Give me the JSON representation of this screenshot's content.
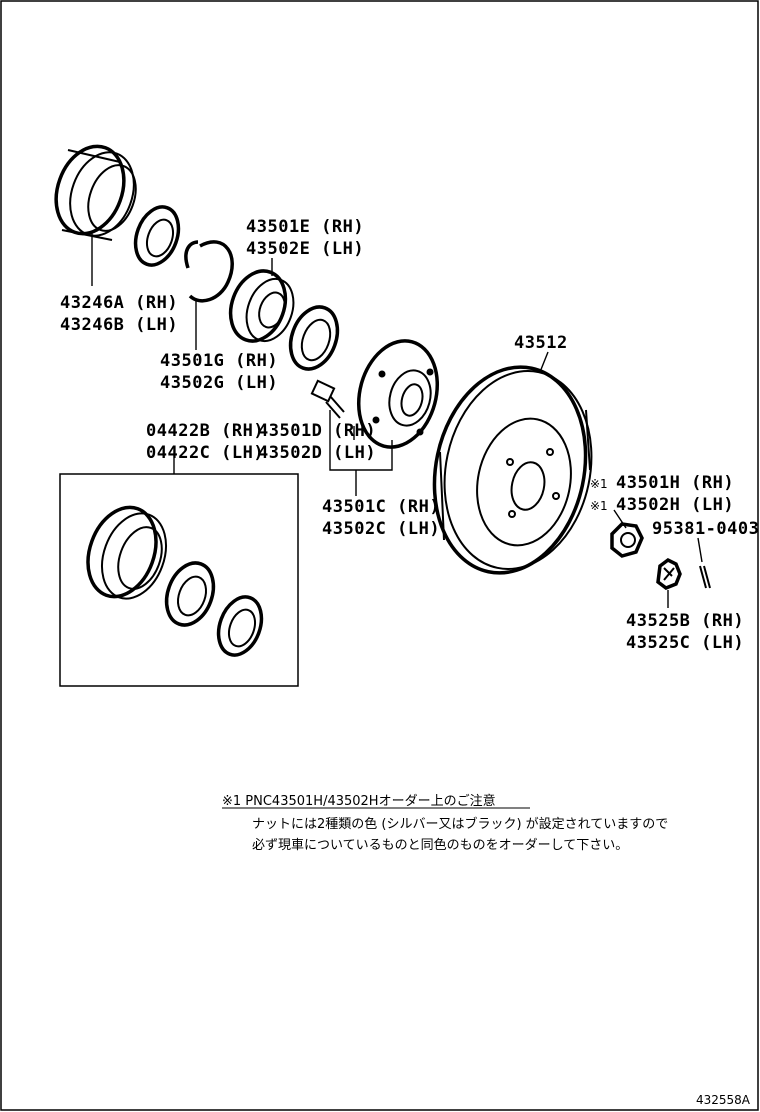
{
  "labels": {
    "seal_outer": [
      "43246A (RH)",
      "43246B (LH)"
    ],
    "bearing_upper": [
      "43501E (RH)",
      "43502E (LH)"
    ],
    "snap_ring": [
      "43501G (RH)",
      "43502G (LH)"
    ],
    "kit": [
      "04422B (RH)",
      "04422C (LH)"
    ],
    "hub_bolt": [
      "43501D (RH)",
      "43502D (LH)"
    ],
    "hub": [
      "43501C (RH)",
      "43502C (LH)"
    ],
    "disc": "43512",
    "nut": [
      "43501H (RH)",
      "43502H (LH)"
    ],
    "nut_mark": "※1",
    "cotter_pin": "95381-0403",
    "lock_cap": [
      "43525B (RH)",
      "43525C (LH)"
    ]
  },
  "note": {
    "heading": "※1  PNC43501H/43502Hオーダー上のご注意",
    "line1": "ナットには2種類の色 (シルバー又はブラック) が設定されていますので",
    "line2": "必ず現車についているものと同色のものをオーダーして下さい。"
  },
  "diagram_code": "432558A"
}
